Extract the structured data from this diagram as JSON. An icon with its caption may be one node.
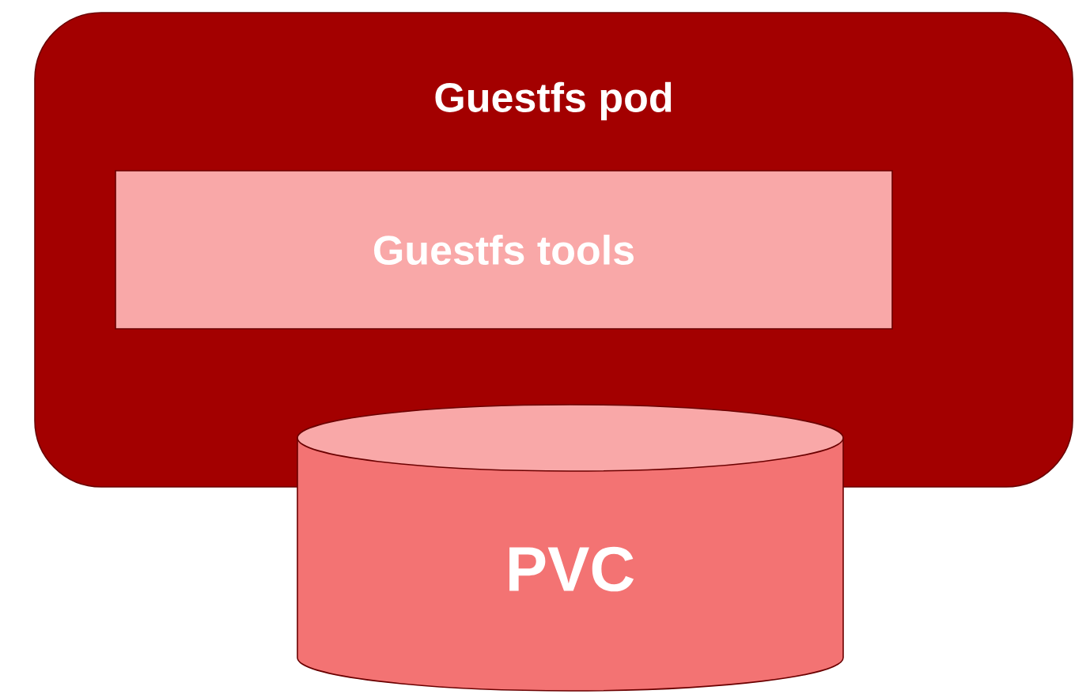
{
  "diagram": {
    "nodes": [
      {
        "text": [
          "Guestfs pod"
        ]
      },
      {
        "text": [
          "Guestfs tools"
        ],
        "in": 0
      },
      {
        "text": [
          "PVC"
        ]
      }
    ]
  }
}
